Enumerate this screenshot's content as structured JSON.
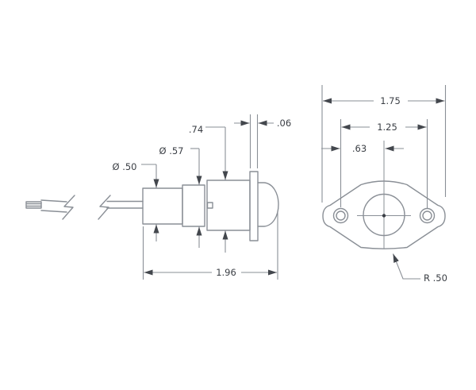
{
  "drawing": {
    "kind": "engineering-dimension-drawing",
    "colors": {
      "line": "#8a8f96",
      "text": "#3a3e44",
      "arrow": "#43474d",
      "background": "#ffffff"
    },
    "side_view": {
      "labels": {
        "lead_diameter": "Ø .50",
        "barrel_diameter": "Ø .57",
        "housing_diameter": ".74",
        "flange_thickness": ".06",
        "overall_length": "1.96"
      }
    },
    "front_view": {
      "labels": {
        "flange_width": "1.75",
        "hole_spacing": "1.25",
        "hole_to_center": ".63",
        "corner_radius": "R .50"
      }
    }
  }
}
